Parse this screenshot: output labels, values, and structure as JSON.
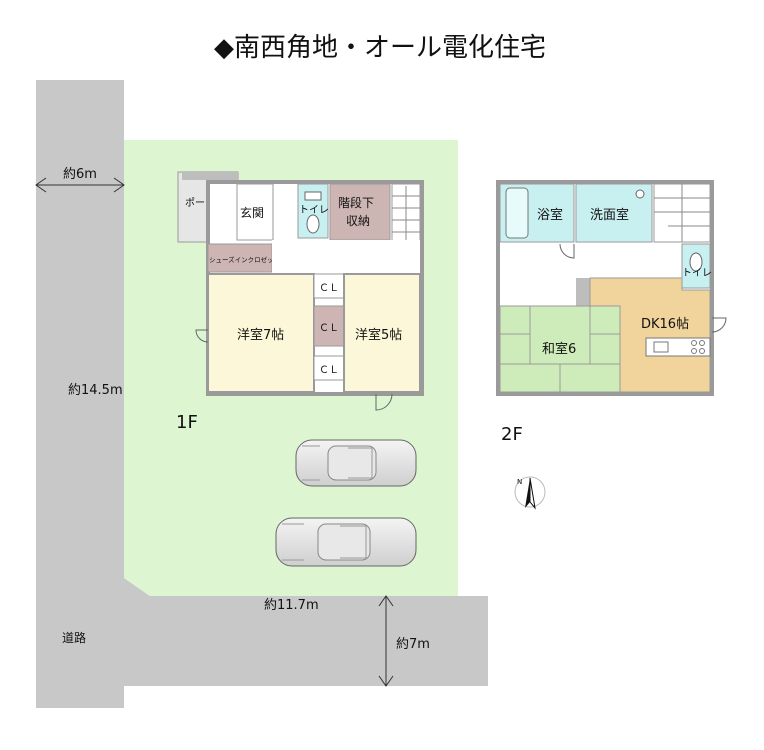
{
  "title": "◆南西角地・オール電化住宅",
  "colors": {
    "road": "#c8c8c8",
    "lot": "#def5d2",
    "wall": "#a9a9a9",
    "room_cream": "#fdf7d9",
    "wet_area": "#c9f0f1",
    "storage": "#cdb5b3",
    "dk": "#f1d49c",
    "tatami": "#cdecb9",
    "white_room": "#ffffff"
  },
  "labels": {
    "road_width_side": "約6m",
    "road_length": "約14.5m",
    "lot_width": "約11.7m",
    "road_width_front": "約7m",
    "road": "道路",
    "floor1": "1F",
    "floor2": "2F"
  },
  "floor1_rooms": {
    "porch": "ポーチ",
    "entrance": "玄関",
    "toilet": "トイレ",
    "under_stair_storage_1": "階段下",
    "under_stair_storage_2": "収納",
    "shoe_closet": "シューズインクロゼット",
    "western7": "洋室7帖",
    "western5": "洋室5帖",
    "cl1": "ＣＬ",
    "cl2": "ＣＬ",
    "cl3": "ＣＬ"
  },
  "floor2_rooms": {
    "bath": "浴室",
    "washroom": "洗面室",
    "toilet": "トイレ",
    "japanese": "和室6",
    "dk": "DK16帖"
  },
  "compass": "N"
}
